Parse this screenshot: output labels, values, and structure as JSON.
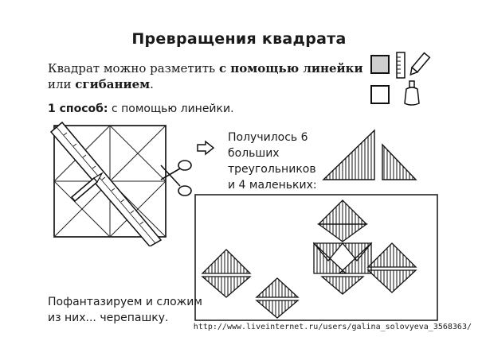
{
  "title": "Превращения квадрата",
  "intro": {
    "part1": "Квадрат можно разметить ",
    "bold1": "с помощью линейки",
    "part2": "или ",
    "bold2": "сгибанием",
    "part3": "."
  },
  "method": {
    "label": "1 способ:",
    "text": " с помощью линейки."
  },
  "result": {
    "line1": "Получилось 6 больших",
    "line2": "треугольников",
    "line3": "и 4 маленьких:"
  },
  "fantasy": {
    "line1": "Пофантазируем и сложим",
    "line2": "из них... черепашку."
  },
  "watermark": "http://www.liveinternet.ru/users/galina_solovyeva_3568363/",
  "tools": [
    "grey-square-icon",
    "ruler-icon",
    "pencil-icon",
    "empty-square-icon",
    "glue-icon"
  ]
}
